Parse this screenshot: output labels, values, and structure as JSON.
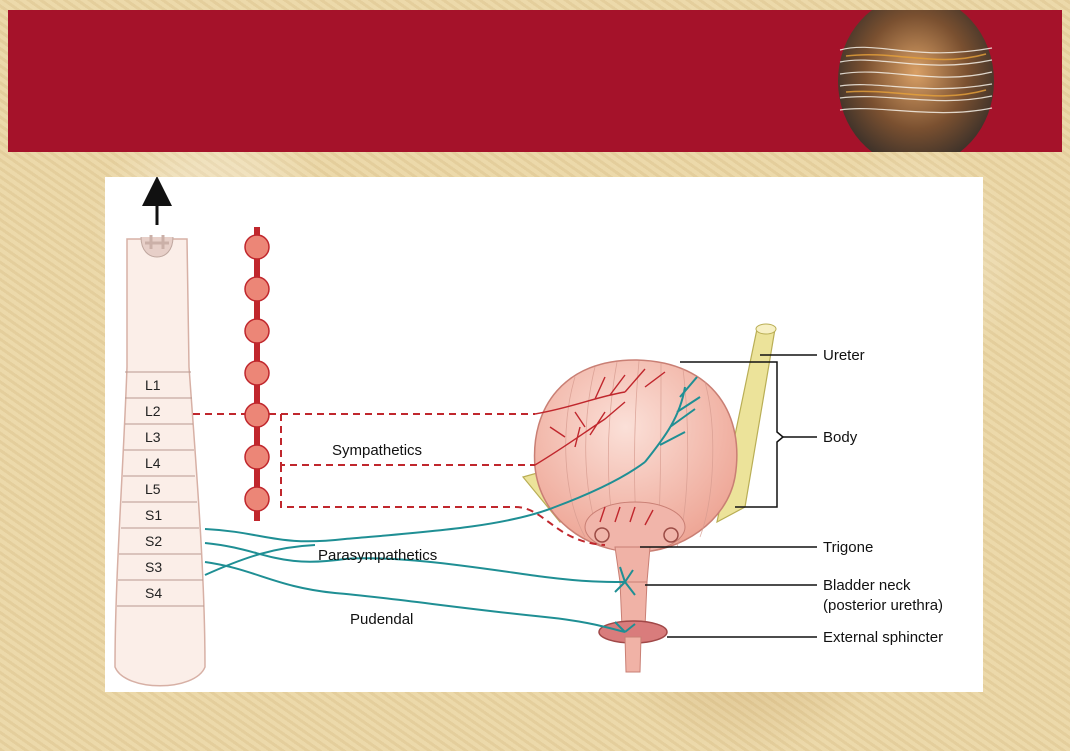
{
  "slide": {
    "band_color": "#a5122a",
    "background_color": "#ead7a8"
  },
  "diagram": {
    "segments": [
      "L1",
      "L2",
      "L3",
      "L4",
      "L5",
      "S1",
      "S2",
      "S3",
      "S4"
    ],
    "nerves": {
      "sympathetics": "Sympathetics",
      "parasympathetics": "Parasympathetics",
      "pudendal": "Pudendal"
    },
    "labels": {
      "ureter": "Ureter",
      "body": "Body",
      "trigone": "Trigone",
      "bladder_neck_1": "Bladder neck",
      "bladder_neck_2": "(posterior urethra)",
      "external_sphincter": "External sphincter"
    },
    "colors": {
      "sympathetic": "#c0272d",
      "parasympathetic": "#1f8f94",
      "bladder": "#f2b9ae",
      "ureter": "#ece39a",
      "ganglia": "#e8796a"
    }
  }
}
